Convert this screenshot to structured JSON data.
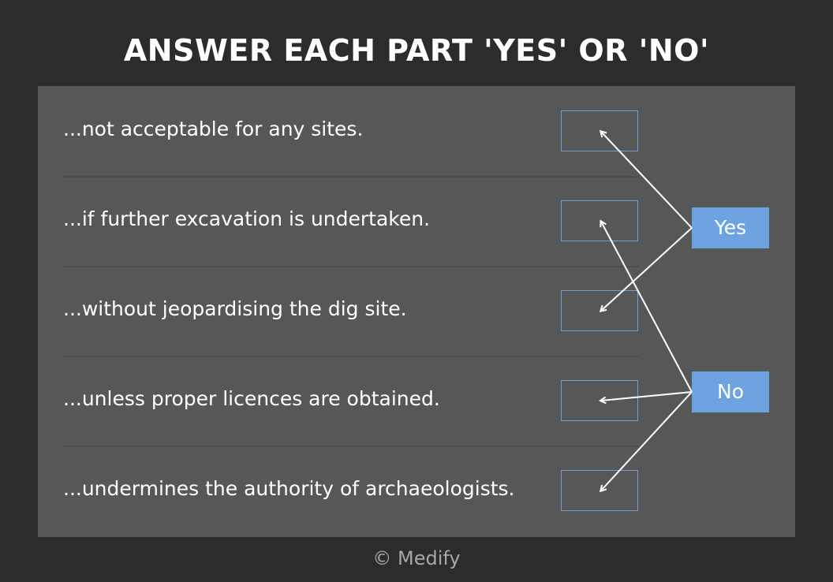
{
  "title": "ANSWER EACH PART 'YES' OR 'NO'",
  "statements": [
    "...not acceptable for any sites.",
    "...if further excavation is undertaken.",
    "...without jeopardising the dig site.",
    "...unless proper licences are obtained.",
    "...undermines the authority of archaeologists."
  ],
  "options": {
    "yes": "Yes",
    "no": "No"
  },
  "footer": "© Medify",
  "colors": {
    "background": "#2b2c2e",
    "panel": "#565857",
    "accent": "#6ea3e2",
    "box_border": "#6f9fdc",
    "footer_text": "#a7a8a9"
  }
}
